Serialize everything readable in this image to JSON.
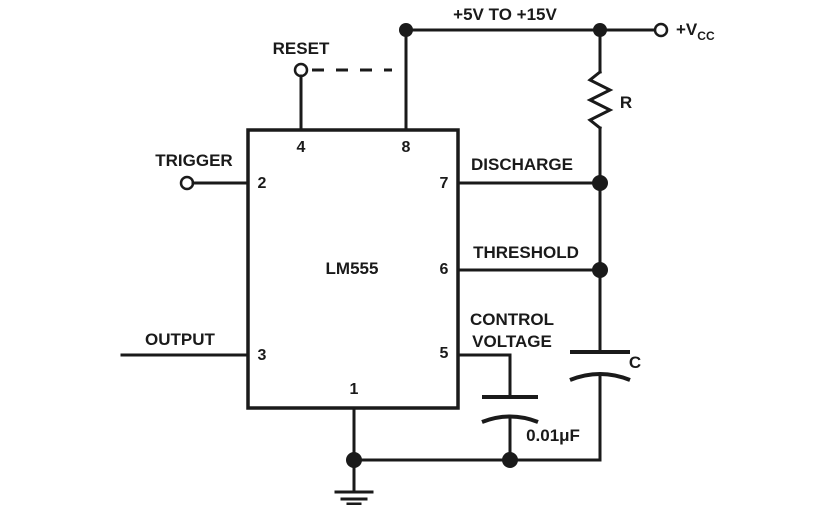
{
  "chip": {
    "name": "LM555"
  },
  "supply": {
    "label": "+5V TO +15V",
    "vcc_label": "+V",
    "vcc_sub": "CC"
  },
  "pins": {
    "p1": "1",
    "p2": "2",
    "p3": "3",
    "p4": "4",
    "p5": "5",
    "p6": "6",
    "p7": "7",
    "p8": "8"
  },
  "signals": {
    "reset": "RESET",
    "trigger": "TRIGGER",
    "output": "OUTPUT",
    "discharge": "DISCHARGE",
    "threshold": "THRESHOLD",
    "control_line1": "CONTROL",
    "control_line2": "VOLTAGE"
  },
  "components": {
    "resistor": "R",
    "capacitor": "C",
    "control_cap": "0.01μF"
  }
}
